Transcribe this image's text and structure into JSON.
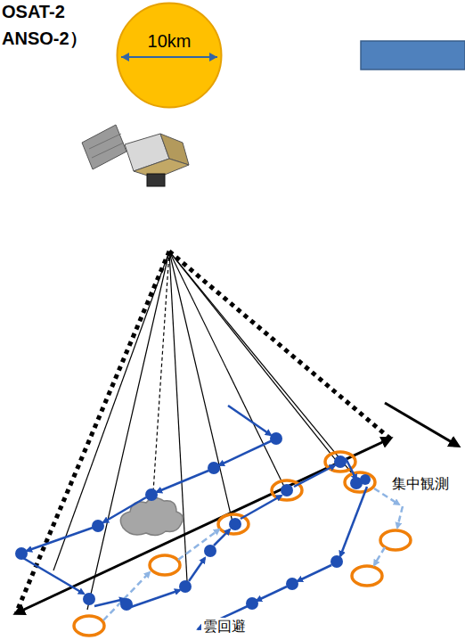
{
  "diagram": {
    "nodes": [
      {
        "text": [
          "10km"
        ]
      }
    ],
    "labels": [
      "OSAT-2",
      "ANSO-2）",
      "集中観測",
      "雲回避"
    ]
  }
}
